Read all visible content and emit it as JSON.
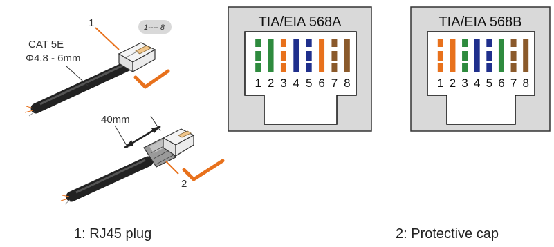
{
  "cable": {
    "type_label": "CAT 5E",
    "diameter_label": "Φ4.8 - 6mm",
    "callout_1": "1",
    "callout_2": "2",
    "pin_range_label": "1---- 8",
    "length_label": "40mm"
  },
  "wiring": [
    {
      "title": "TIA/EIA 568A",
      "pins": [
        {
          "num": "1",
          "color": "#2e8b3e",
          "striped": true
        },
        {
          "num": "2",
          "color": "#2e8b3e",
          "striped": false
        },
        {
          "num": "3",
          "color": "#e8711c",
          "striped": true
        },
        {
          "num": "4",
          "color": "#1f2f8c",
          "striped": false
        },
        {
          "num": "5",
          "color": "#1f2f8c",
          "striped": true
        },
        {
          "num": "6",
          "color": "#e8711c",
          "striped": false
        },
        {
          "num": "7",
          "color": "#8b5a2b",
          "striped": true
        },
        {
          "num": "8",
          "color": "#8b5a2b",
          "striped": false
        }
      ]
    },
    {
      "title": "TIA/EIA 568B",
      "pins": [
        {
          "num": "1",
          "color": "#e8711c",
          "striped": true
        },
        {
          "num": "2",
          "color": "#e8711c",
          "striped": false
        },
        {
          "num": "3",
          "color": "#2e8b3e",
          "striped": true
        },
        {
          "num": "4",
          "color": "#1f2f8c",
          "striped": false
        },
        {
          "num": "5",
          "color": "#1f2f8c",
          "striped": true
        },
        {
          "num": "6",
          "color": "#2e8b3e",
          "striped": false
        },
        {
          "num": "7",
          "color": "#8b5a2b",
          "striped": true
        },
        {
          "num": "8",
          "color": "#8b5a2b",
          "striped": false
        }
      ]
    }
  ],
  "captions": {
    "left": "1: RJ45 plug",
    "right": "2: Protective cap"
  },
  "colors": {
    "check": "#e8711c",
    "panel_bg": "#d9d9d9",
    "cable": "#222222"
  }
}
